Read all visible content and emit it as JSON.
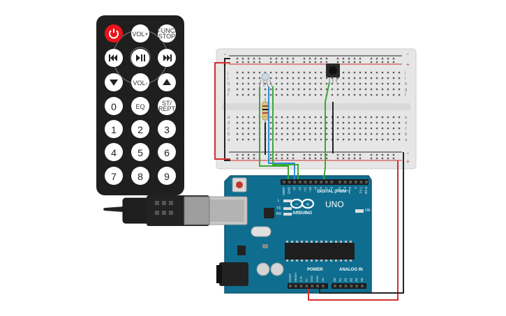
{
  "remote": {
    "buttons": [
      {
        "id": "power",
        "label": "",
        "icon": "power-icon"
      },
      {
        "id": "vol_up",
        "label": "VOL+"
      },
      {
        "id": "func_stop",
        "label": "FUNC/ STOP"
      },
      {
        "id": "prev",
        "label": "",
        "icon": "skip-back-icon"
      },
      {
        "id": "play_pause",
        "label": "",
        "icon": "play-pause-icon"
      },
      {
        "id": "next",
        "label": "",
        "icon": "skip-forward-icon"
      },
      {
        "id": "down",
        "label": "",
        "icon": "arrow-down-icon"
      },
      {
        "id": "vol_down",
        "label": "VOL-"
      },
      {
        "id": "up",
        "label": "",
        "icon": "arrow-up-icon"
      },
      {
        "id": "zero",
        "label": "0"
      },
      {
        "id": "eq",
        "label": "EQ"
      },
      {
        "id": "st_rept",
        "label": "ST/ REPT"
      },
      {
        "id": "one",
        "label": "1"
      },
      {
        "id": "two",
        "label": "2"
      },
      {
        "id": "three",
        "label": "3"
      },
      {
        "id": "four",
        "label": "4"
      },
      {
        "id": "five",
        "label": "5"
      },
      {
        "id": "six",
        "label": "6"
      },
      {
        "id": "seven",
        "label": "7"
      },
      {
        "id": "eight",
        "label": "8"
      },
      {
        "id": "nine",
        "label": "9"
      }
    ]
  },
  "arduino": {
    "brand": "ARDUINO",
    "model": "UNO",
    "digital_header_label": "DIGITAL (PWM~)",
    "power_label": "POWER",
    "analog_label": "ANALOG IN",
    "led_labels": [
      "L",
      "TX",
      "RX",
      "ON"
    ],
    "digital_pins": [
      "AREF",
      "GND",
      "13",
      "12",
      "~11",
      "~10",
      "~9",
      "8",
      "7",
      "~6",
      "~5",
      "4",
      "~3",
      "2",
      "TX 1",
      "RX 0"
    ],
    "power_pins": [
      "IOREF",
      "RESET",
      "3.3V",
      "5V",
      "GND",
      "GND",
      "Vin"
    ],
    "analog_pins": [
      "A0",
      "A1",
      "A2",
      "A3",
      "A4",
      "A5"
    ]
  },
  "breadboard": {
    "rail_plus": "+",
    "rail_minus": "-",
    "row_letters_top": [
      "j",
      "i",
      "h",
      "g",
      "f"
    ],
    "row_letters_bottom": [
      "e",
      "d",
      "c",
      "b",
      "a"
    ]
  },
  "colors": {
    "remote_body": "#1f1f1f",
    "power_button": "#e8141b",
    "pcb": "#0f6e8f",
    "breadboard": "#e9e9e9",
    "wire_green": "#3aa935",
    "wire_blue": "#2f8fd6",
    "wire_red": "#d42d2d",
    "wire_black": "#222222"
  }
}
